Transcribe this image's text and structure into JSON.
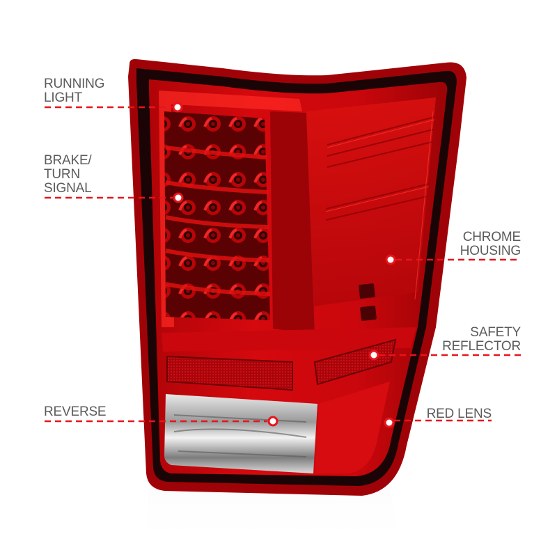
{
  "product": {
    "name": "LED tail light",
    "image": "tail-light-product-render",
    "colors": {
      "lens_red": "#d40a0e",
      "lens_dark_red": "#8a0205",
      "housing_black": "#1a0405",
      "reverse_chrome": "#cfcfcf",
      "background": "#ffffff"
    }
  },
  "callout_style": {
    "label_color": "#5b5b5b",
    "line_color": "#e8141c",
    "dot_fill": "#ffffff",
    "dot_ring": "#e8141c"
  },
  "callouts": [
    {
      "id": "running-light",
      "label": "RUNNING\nLIGHT",
      "side": "left"
    },
    {
      "id": "brake-turn-signal",
      "label": "BRAKE/\nTURN\nSIGNAL",
      "side": "left"
    },
    {
      "id": "chrome-housing",
      "label": "CHROME\nHOUSING",
      "side": "right"
    },
    {
      "id": "safety-reflector",
      "label": "SAFETY\nREFLECTOR",
      "side": "right"
    },
    {
      "id": "reverse",
      "label": "REVERSE",
      "side": "left"
    },
    {
      "id": "red-lens",
      "label": "RED LENS",
      "side": "right"
    }
  ]
}
